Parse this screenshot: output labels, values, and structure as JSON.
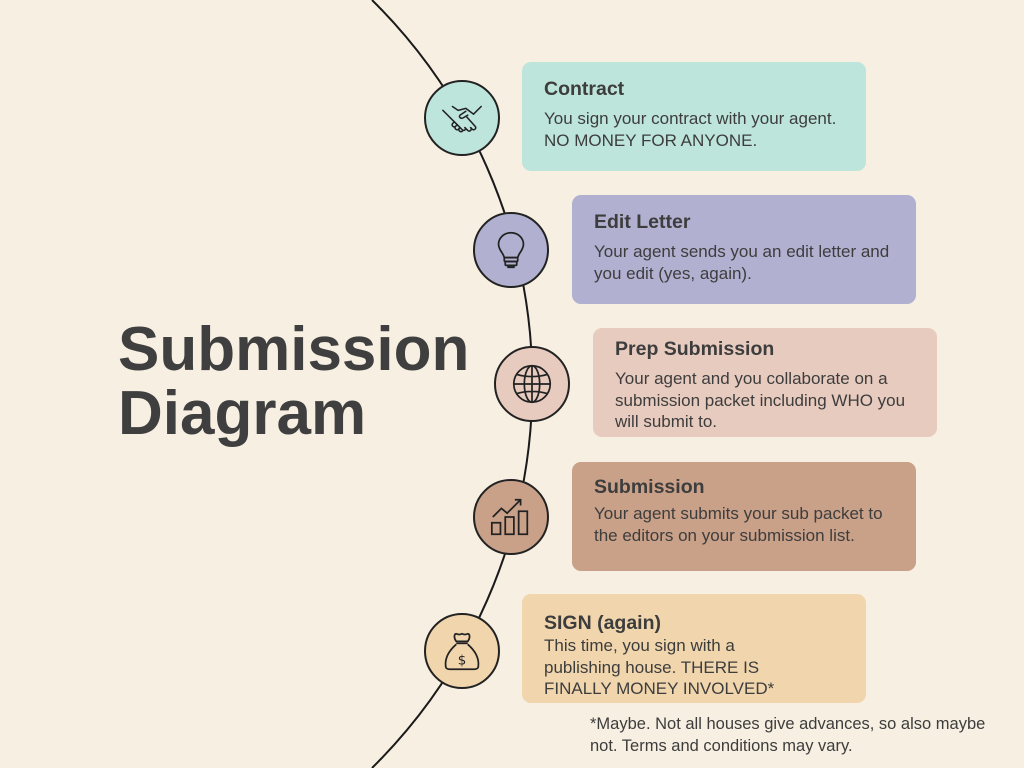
{
  "title": {
    "line1": "Submission",
    "line2": "Diagram"
  },
  "steps": [
    {
      "title": "Contract",
      "text": "You sign your contract with your agent. NO MONEY FOR ANYONE.",
      "icon": "handshake-icon",
      "color": "#bde5dc"
    },
    {
      "title": "Edit Letter",
      "text": "Your agent sends you an edit letter and you edit (yes, again).",
      "icon": "lightbulb-icon",
      "color": "#b1b0d0"
    },
    {
      "title": "Prep Submission",
      "text": "Your agent and you collaborate on a submission packet including WHO you will submit to.",
      "icon": "globe-icon",
      "color": "#e8cbbf"
    },
    {
      "title": "Submission",
      "text": "Your agent submits your sub packet to the editors on your submission list.",
      "icon": "growth-chart-icon",
      "color": "#c9a088"
    },
    {
      "title": "SIGN (again)",
      "text": "This time, you sign with a publishing house. THERE IS FINALLY MONEY INVOLVED*",
      "icon": "money-bag-icon",
      "color": "#f0d5ad"
    }
  ],
  "footnote": "*Maybe. Not all houses give advances, so also maybe not. Terms and conditions may vary."
}
